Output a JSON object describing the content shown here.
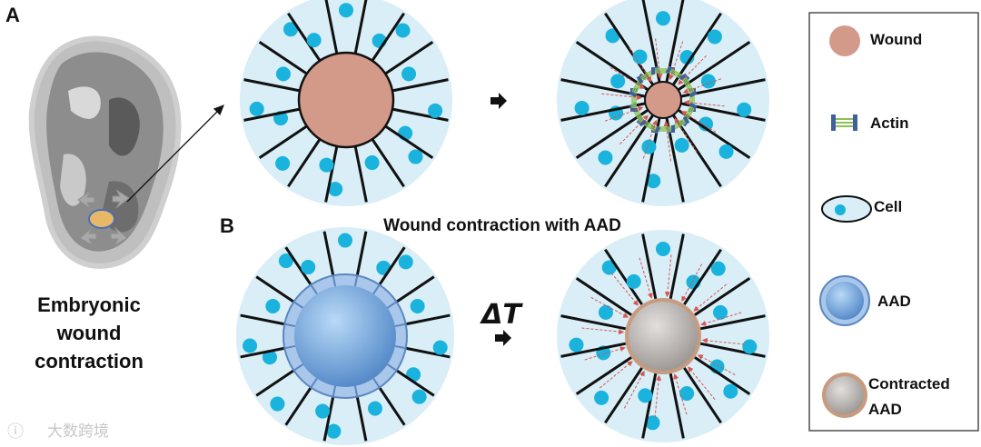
{
  "panel_a": {
    "label": "A",
    "caption": [
      "Embryonic",
      "wound",
      "contraction"
    ]
  },
  "panel_b": {
    "label": "B",
    "title": "Wound contraction with AAD",
    "delta_t": "ΔT"
  },
  "legend": {
    "items": [
      {
        "label": "Wound"
      },
      {
        "label": "Actin"
      },
      {
        "label": "Cell"
      },
      {
        "label": "AAD"
      },
      {
        "label": "Contracted",
        "label2": "AAD"
      }
    ]
  },
  "watermark": "大数跨境",
  "colors": {
    "tissue": "#d9eef6",
    "nucleus": "#19b3dd",
    "wound": "#d39a8a",
    "aad": "#8aa6d6",
    "aad_rim": "#a9c7ea",
    "contracted": "#b9b2ad",
    "contracted_rim": "#c89a7e",
    "actin_blue": "#3f5f9e",
    "actin_green": "#8cc152",
    "arrow_red": "#d9534f"
  }
}
